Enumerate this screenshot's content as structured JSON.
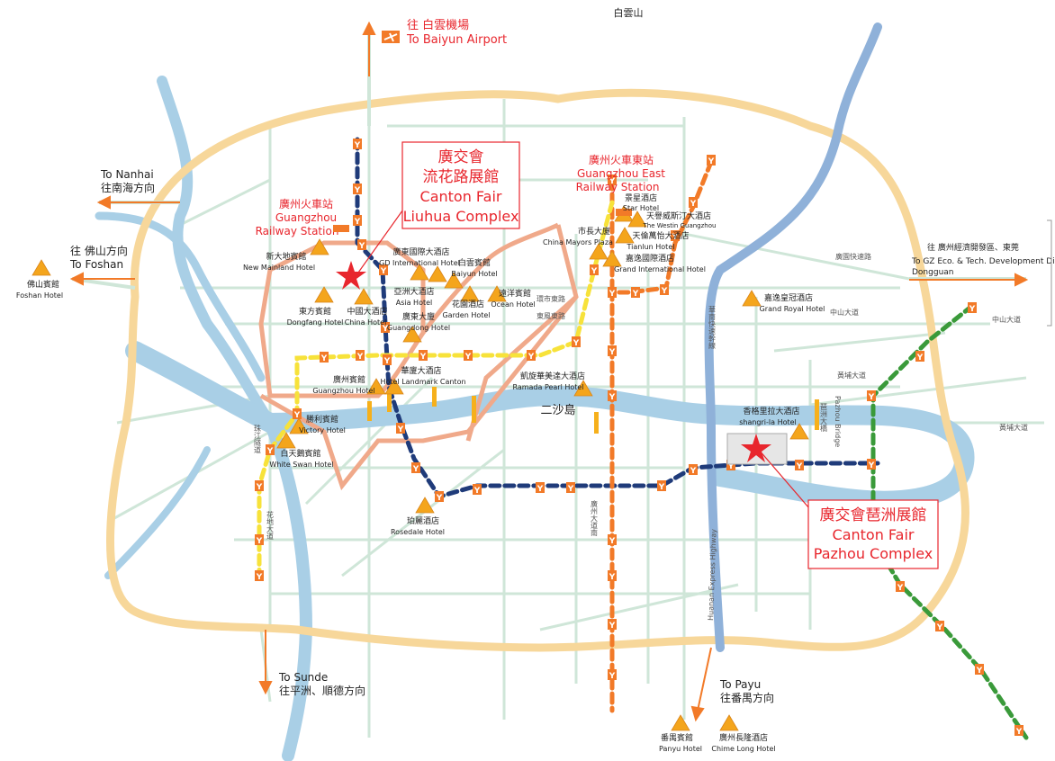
{
  "colors": {
    "ring_road": "#f7d79a",
    "inner_ring": "#f0a98a",
    "river": "#a9cfe6",
    "streets": "#cfe6d8",
    "metro_blue": "#1f3b7a",
    "metro_orange": "#f27a28",
    "metro_yellow": "#f7e23a",
    "metro_green": "#3a9a3a",
    "highway_blue": "#8fb1d9",
    "hotel_marker": "#f4a51c",
    "star": "#e8262d",
    "text_red": "#e8262d"
  },
  "icons": {
    "hotel": "triangle-icon",
    "venue": "star-icon",
    "metro_stop": "metro-y-icon",
    "airport": "airplane-icon",
    "direction": "arrow-icon"
  },
  "places": {
    "baiyun_mountain": "白雲山",
    "ersha_island": "二沙島"
  },
  "directions": {
    "airport_zh": "往 白雲機場",
    "airport_en": "To  Baiyun Airport",
    "nanhai_en": "To Nanhai",
    "nanhai_zh": "往南海方向",
    "foshan_zh": "往 佛山方向",
    "foshan_en": "To Foshan",
    "sunde_en": "To Sunde",
    "sunde_zh": "往平洲、順德方向",
    "payu_en": "To Payu",
    "payu_zh": "往番禺方向",
    "dongguan_zh": "往 廣州經濟開發區、東莞",
    "dongguan_en": "To  GZ Eco. & Tech. Development District",
    "dongguan_en2": "Dongguan"
  },
  "venues": {
    "liuhua_zh1": "廣交會",
    "liuhua_zh2": "流花路展館",
    "liuhua_en1": "Canton Fair",
    "liuhua_en2": "Liuhua Complex",
    "pazhou_zh": "廣交會琶洲展館",
    "pazhou_en1": "Canton Fair",
    "pazhou_en2": "Pazhou Complex"
  },
  "stations": {
    "gz_zh": "廣州火車站",
    "gz_en1": "Guangzhou",
    "gz_en2": "Railway Station",
    "gze_zh": "廣州火車東站",
    "gze_en1": "Guangzhou East",
    "gze_en2": "Railway Station"
  },
  "roads": {
    "huanshi_zh": "環市東路",
    "dongfeng_zh": "東風東路",
    "guangyuan_zh": "廣園快速路",
    "zhongshan1_zh": "中山大道",
    "zhongshan2_zh": "中山大道",
    "huangpu1_zh": "黃埔大道",
    "huangpu2_zh": "黃埔大道",
    "huanan_zh": "華南快速幹線",
    "huanan_en": "Huanan Express Highway",
    "pazhou_bridge_en": "Pazhou Bridge",
    "pazhou_bridge_zh": "琶洲大橋",
    "guangzhou_ave_zh": "廣州大道南",
    "huadi_zh": "花地大道",
    "zhujiang_zh": "珠江隧道"
  },
  "hotels": [
    {
      "zh": "新大地賓館",
      "en": "New Mainland Hotel"
    },
    {
      "zh": "東方賓館",
      "en": "Dongfang Hotel"
    },
    {
      "zh": "中國大酒店",
      "en": "China Hotel"
    },
    {
      "zh": "廣東國際大酒店",
      "en": "GD International Hotel"
    },
    {
      "zh": "白雲賓館",
      "en": "Baiyun Hotel"
    },
    {
      "zh": "亞洲大酒店",
      "en": "Asia Hotel"
    },
    {
      "zh": "花園酒店",
      "en": "Garden Hotel"
    },
    {
      "zh": "遠洋賓館",
      "en": "Ocean Hotel"
    },
    {
      "zh": "廣東大廈",
      "en": "Guangdong Hotel"
    },
    {
      "zh": "市長大廈",
      "en": "China Mayors Plaza"
    },
    {
      "zh": "景星酒店",
      "en": "Star Hotel"
    },
    {
      "zh": "天譽威斯汀大酒店",
      "en": "The Westin Guangzhou"
    },
    {
      "zh": "天倫萬怡大酒店",
      "en": "Tianlun Hotel"
    },
    {
      "zh": "嘉逸國際酒店",
      "en": "Grand International Hotel"
    },
    {
      "zh": "嘉逸皇冠酒店",
      "en": "Grand Royal Hotel"
    },
    {
      "zh": "廣州賓館",
      "en": "Guangzhou Hotel"
    },
    {
      "zh": "華廈大酒店",
      "en": "Hotel Landmark Canton"
    },
    {
      "zh": "凱旋華美達大酒店",
      "en": "Ramada Pearl Hotel"
    },
    {
      "zh": "勝利賓館",
      "en": "Victory Hotel"
    },
    {
      "zh": "白天鵝賓館",
      "en": "White Swan Hotel"
    },
    {
      "zh": "珀麗酒店",
      "en": "Rosedale Hotel"
    },
    {
      "zh": "香格里拉大酒店",
      "en": "shangri-la Hotel"
    },
    {
      "zh": "佛山賓館",
      "en": "Foshan Hotel"
    },
    {
      "zh": "番禺賓館",
      "en": "Panyu Hotel"
    },
    {
      "zh": "廣州長隆酒店",
      "en": "Chime Long Hotel"
    }
  ]
}
